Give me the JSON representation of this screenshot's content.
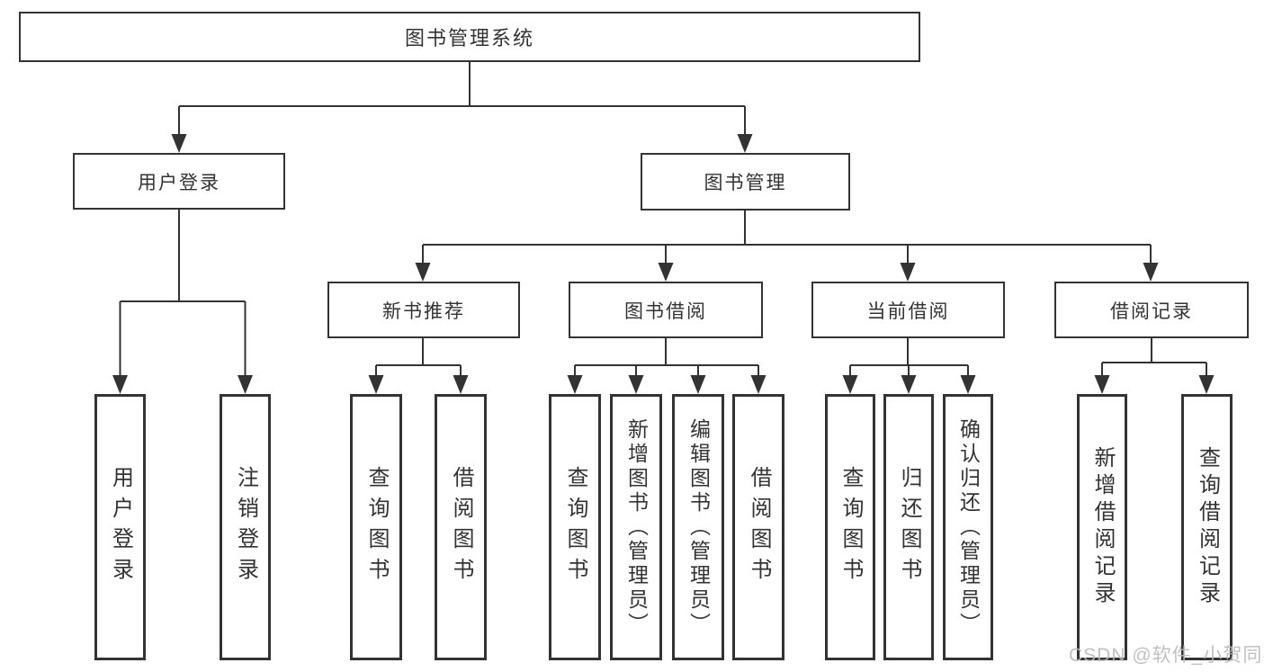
{
  "diagram": {
    "root": {
      "label": "图书管理系统"
    },
    "level2": [
      {
        "label": "用户登录"
      },
      {
        "label": "图书管理"
      }
    ],
    "level3": [
      {
        "label": "新书推荐"
      },
      {
        "label": "图书借阅"
      },
      {
        "label": "当前借阅"
      },
      {
        "label": "借阅记录"
      }
    ],
    "leaves": {
      "user_login": [
        "用户登录",
        "注销登录"
      ],
      "new_book_rec": [
        "查询图书",
        "借阅图书"
      ],
      "book_borrow": [
        "查询图书",
        "新增图书（管理员）",
        "编辑图书（管理员）",
        "借阅图书"
      ],
      "current_borrow": [
        "查询图书",
        "归还图书",
        "确认归还（管理员）"
      ],
      "borrow_record": [
        "新增借阅记录",
        "查询借阅记录"
      ]
    }
  },
  "watermark": {
    "text": "CSDN @软件_小贺同学",
    "color": "#b9b9b9"
  },
  "colors": {
    "line": "#333333",
    "box_border": "#333333",
    "box_fill": "#ffffff",
    "text": "#333333",
    "background": "#ffffff"
  }
}
